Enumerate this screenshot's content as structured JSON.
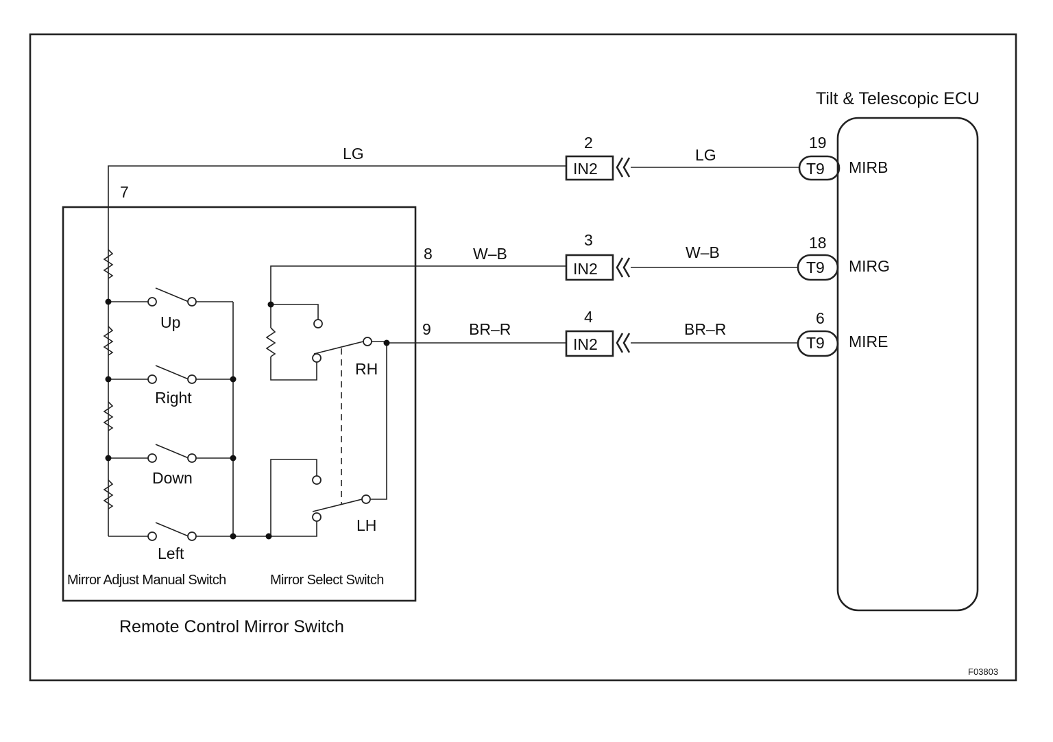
{
  "ecu": {
    "title": "Tilt & Telescopic ECU",
    "pins": [
      {
        "number": "19",
        "connector": "T9",
        "terminal": "MIRB"
      },
      {
        "number": "18",
        "connector": "T9",
        "terminal": "MIRG"
      },
      {
        "number": "6",
        "connector": "T9",
        "terminal": "MIRE"
      }
    ]
  },
  "junctions": [
    {
      "number": "2",
      "label": "IN2"
    },
    {
      "number": "3",
      "label": "IN2"
    },
    {
      "number": "4",
      "label": "IN2"
    }
  ],
  "wires": [
    {
      "switch_pin": "7",
      "left_color": "LG",
      "right_color": "LG"
    },
    {
      "switch_pin": "8",
      "left_color": "W–B",
      "right_color": "W–B"
    },
    {
      "switch_pin": "9",
      "left_color": "BR–R",
      "right_color": "BR–R"
    }
  ],
  "switch": {
    "title": "Remote Control Mirror Switch",
    "manual_switch_label": "Mirror Adjust Manual Switch",
    "select_switch_label": "Mirror Select Switch",
    "positions": [
      "Up",
      "Right",
      "Down",
      "Left"
    ],
    "select_positions": [
      "RH",
      "LH"
    ]
  },
  "figure_code": "F03803"
}
